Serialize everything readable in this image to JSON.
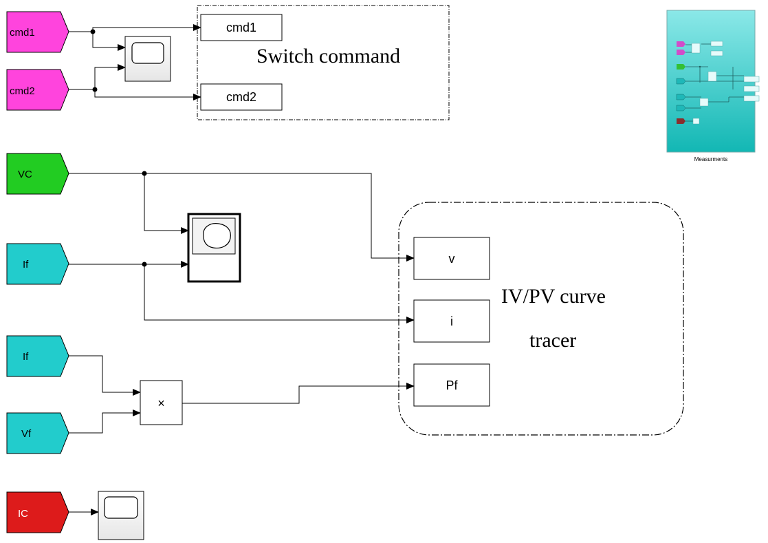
{
  "diagram": {
    "inputs": {
      "cmd1": "cmd1",
      "cmd2": "cmd2",
      "vc": "VC",
      "if_1": "If",
      "if_2": "If",
      "vf": "Vf",
      "ic": "IC"
    },
    "outputs": {
      "cmd1": "cmd1",
      "cmd2": "cmd2",
      "v": "v",
      "i": "i",
      "pf": "Pf"
    },
    "product_symbol": "×",
    "switch_group_label": "Switch command",
    "tracer_label_line1": "IV/PV curve",
    "tracer_label_line2": "tracer",
    "subsystem_label": "Measurments"
  },
  "colors": {
    "magenta": "#ff44dd",
    "green": "#22cc22",
    "cyan": "#22cccc",
    "red": "#dd1b1b",
    "subsystem_top": "#8be8e8",
    "subsystem_bottom": "#12b7b4"
  }
}
